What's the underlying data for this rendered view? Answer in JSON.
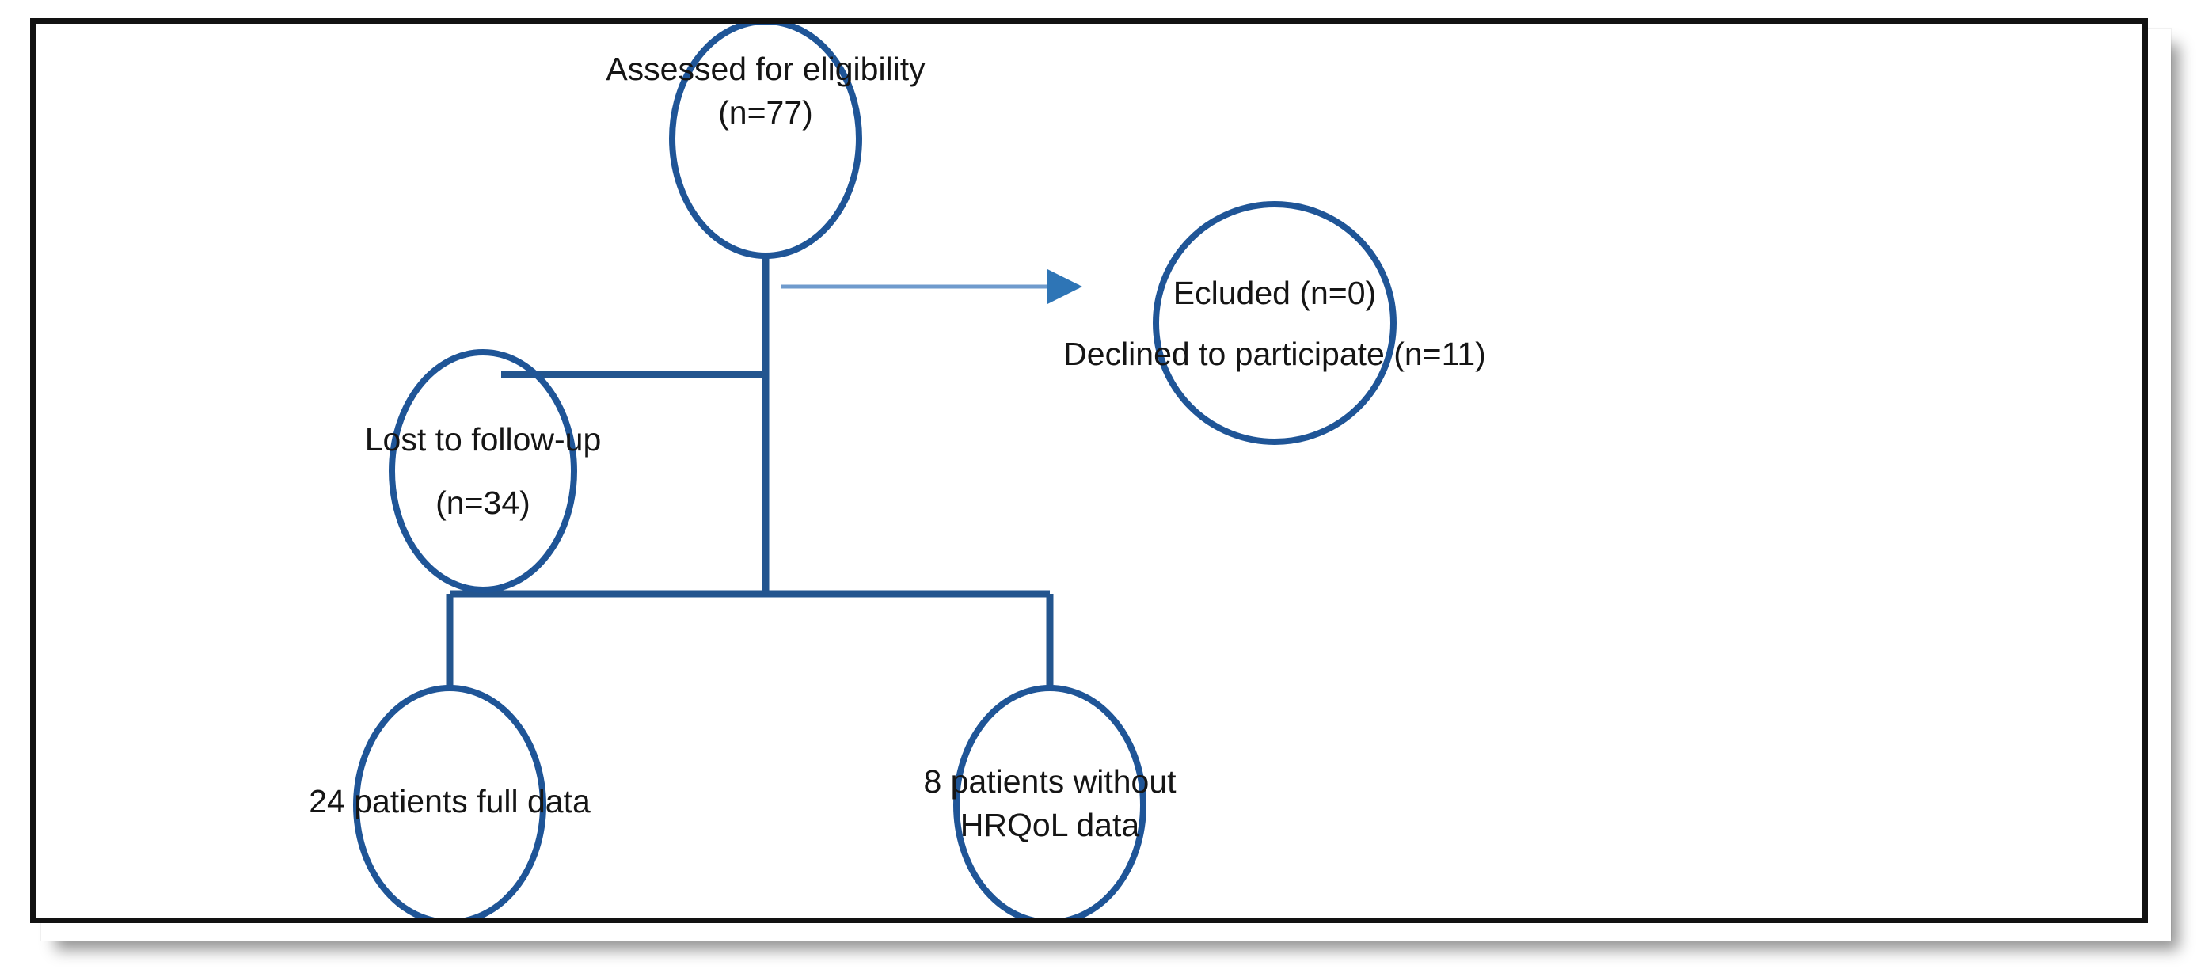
{
  "figure": {
    "type": "flowchart",
    "title": "Patient flow diagram",
    "frame": {
      "border_color": "#121212",
      "background_color": "#ffffff"
    },
    "style": {
      "node_shape": "ellipse",
      "node_outline_color": "#1f5597",
      "connector_color": "#23558f",
      "arrow_color": "#4a7ebb",
      "text_color": "#151515"
    },
    "nodes": [
      {
        "id": "assessed",
        "lines": [
          "Assessed for eligibility",
          "(n=77)"
        ],
        "n": 77
      },
      {
        "id": "excluded",
        "lines": [
          "Ecluded (n=0)",
          "Declined to participate (n=11)"
        ],
        "n_excluded": 0,
        "n_declined": 11
      },
      {
        "id": "lost-to-follow-up",
        "lines": [
          "Lost to follow-up",
          "(n=34)"
        ],
        "n": 34
      },
      {
        "id": "full-data",
        "lines": [
          "24 patients full data"
        ],
        "n": 24
      },
      {
        "id": "without-hrqol",
        "lines": [
          "8 patients without",
          "HRQoL data"
        ],
        "n": 8
      }
    ],
    "edges": [
      {
        "id": "assessed-to-excluded",
        "from": "assessed",
        "to": "excluded",
        "arrowhead": true
      },
      {
        "id": "assessed-to-lost",
        "from": "assessed",
        "to": "lost-to-follow-up",
        "arrowhead": false
      },
      {
        "id": "assessed-to-full-data",
        "from": "assessed",
        "to": "full-data",
        "arrowhead": false
      },
      {
        "id": "assessed-to-without-hrqol",
        "from": "assessed",
        "to": "without-hrqol",
        "arrowhead": false
      }
    ]
  }
}
